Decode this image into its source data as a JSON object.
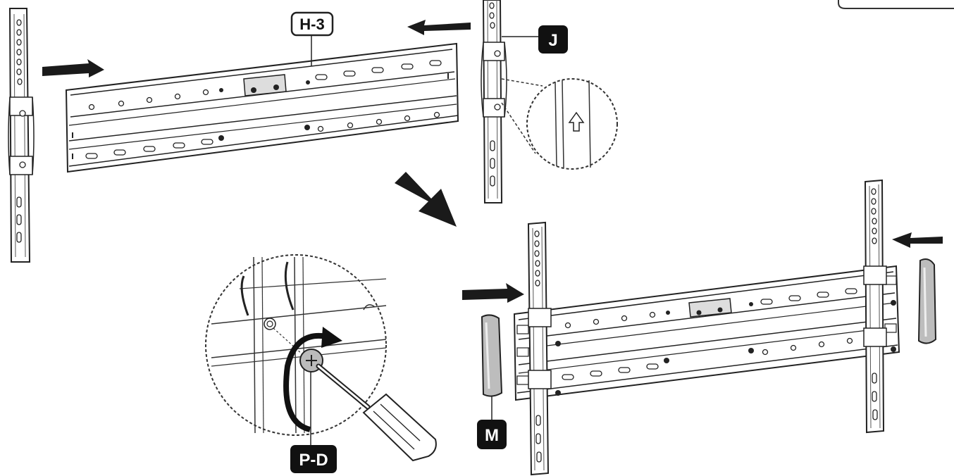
{
  "labels": {
    "bracket_top": "H-3",
    "clip_top": "J",
    "screw_callout": "P-D",
    "end_cap": "M"
  },
  "colors": {
    "ink": "#1a1a1a",
    "line": "#333333",
    "panel_fill": "#ffffff",
    "shade": "#cfcfcf",
    "cap_fill": "#bdbdbd",
    "dark_label_bg": "#111111",
    "light_label_bg": "#ffffff"
  }
}
